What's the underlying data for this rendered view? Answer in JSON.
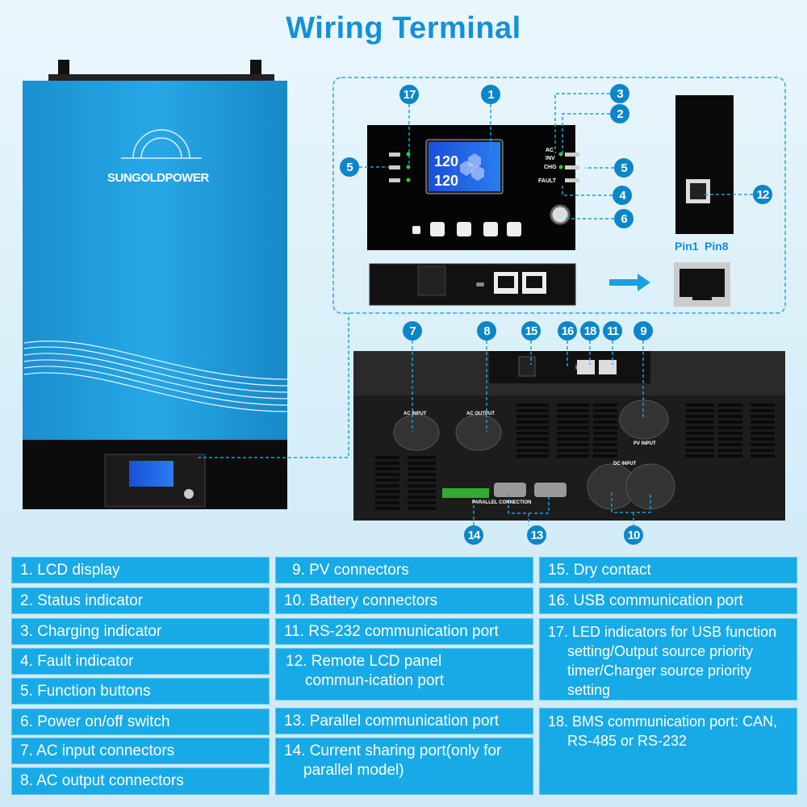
{
  "title": "Wiring Terminal",
  "brand": "SUNGOLDPOWER",
  "lcd": {
    "reading1": "120",
    "reading2": "120"
  },
  "front_panel": {
    "ac": "AC",
    "inv": "INV",
    "chg": "CHG",
    "fault": "FAULT"
  },
  "jack": {
    "pin1": "Pin1",
    "pin8": "Pin8"
  },
  "rear_panel": {
    "ac_input": "AC INPUT",
    "ac_output": "AC OUTPUT",
    "pv_input": "PV INPUT",
    "dc_input": "DC INPUT",
    "parallel": "PARALLEL CONNECTION"
  },
  "callouts": [
    "1",
    "17",
    "3",
    "2",
    "5",
    "5",
    "4",
    "6",
    "12",
    "7",
    "8",
    "15",
    "16",
    "18",
    "11",
    "9",
    "14",
    "13",
    "10"
  ],
  "legend": {
    "col1": [
      "1. LCD display",
      "2. Status indicator",
      "3. Charging indicator",
      "4. Fault indicator",
      "5. Function buttons",
      "6. Power on/off switch",
      "7. AC input connectors",
      "8. AC output connectors"
    ],
    "col2": [
      "9. PV connectors",
      "10. Battery connectors",
      "11. RS-232 communication port",
      "12. Remote LCD panel commun-ication port",
      "13. Parallel communication port",
      "14. Current sharing port(only for parallel model)"
    ],
    "col3": [
      "15. Dry contact",
      "16. USB communication port",
      "17. LED indicators for USB function setting/Output source priority timer/Charger source priority setting",
      "18. BMS communication port: CAN, RS-485 or RS-232"
    ]
  },
  "colors": {
    "accent": "#1590d8",
    "cell": "#18aae6",
    "inverter_body": "#1a9ee0",
    "badge": "#0b86c9"
  }
}
